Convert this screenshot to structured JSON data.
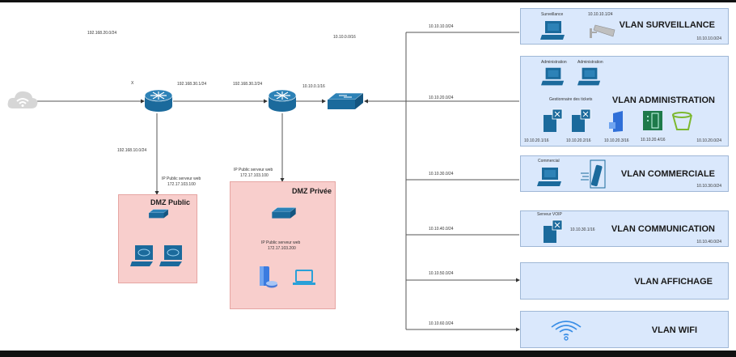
{
  "diagram": {
    "internet": {
      "icon": "cloud-wifi-icon"
    },
    "labels": {
      "wan_net": "192.168.20.0/24",
      "x_mark": "X",
      "r1_ip": "192.168.30.1/24",
      "r2_ip": "192.168.30.2/24",
      "core_ip": "10.10.0.1/16",
      "lan_net": "10.10.0.0/16",
      "dmz_pub_net": "192.168.10.0/24",
      "dmz_pub_web_label": "IP Public serveur web",
      "dmz_pub_web_ip": "172.17.103.100",
      "dmz_priv_web_label": "IP Public serveur web",
      "dmz_priv_web_ip": "172.17.103.100",
      "dmz_priv_inner_label": "IP Public serveur web",
      "dmz_priv_inner_ip": "172.17.103.200"
    },
    "dmz_public": {
      "title": "DMZ Public"
    },
    "dmz_private": {
      "title": "DMZ Privée"
    },
    "vlans": [
      {
        "title": "VLAN SURVEILLANCE",
        "link_label": "10.10.10.0/24",
        "net": "10.10.10.0/24",
        "items": [
          "Surveillance",
          "10.10.10.1/24"
        ]
      },
      {
        "title": "VLAN ADMINISTRATION",
        "link_label": "10.10.20.0/24",
        "net": "10.10.20.0/24",
        "items": [
          "Administration",
          "Administration",
          "Gestionnaire des tickets",
          "10.10.20.1/16",
          "10.10.20.2/16",
          "10.10.20.3/16",
          "10.10.20.4/16"
        ]
      },
      {
        "title": "VLAN COMMERCIALE",
        "link_label": "10.10.30.0/24",
        "net": "10.10.30.0/24",
        "items": [
          "Commercial"
        ]
      },
      {
        "title": "VLAN COMMUNICATION",
        "link_label": "10.10.40.0/24",
        "net": "10.10.40.0/24",
        "items": [
          "Serveur VOIP",
          "10.10.30.1/16"
        ]
      },
      {
        "title": "VLAN AFFICHAGE",
        "link_label": "10.10.50.0/24"
      },
      {
        "title": "VLAN WIFI",
        "link_label": "10.10.60.0/24"
      }
    ],
    "colors": {
      "device": "#1b6a9c",
      "dmz_fill": "#f8cecc",
      "vlan_fill": "#dae8fc",
      "wire": "#555555"
    }
  }
}
